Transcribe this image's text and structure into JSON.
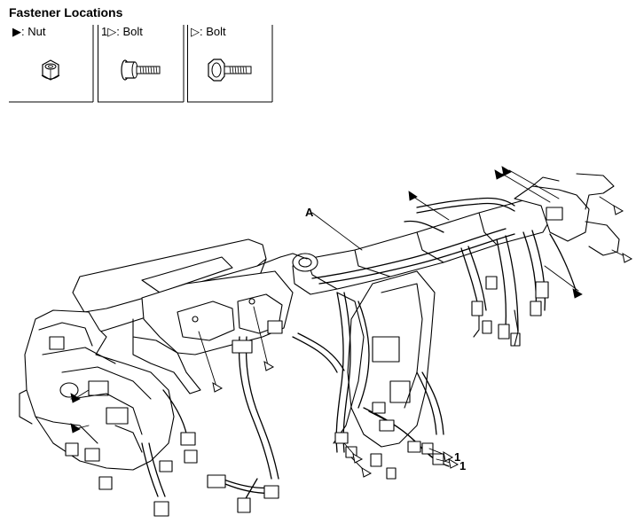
{
  "legend": {
    "title": "Fastener Locations",
    "items": [
      {
        "symbol": "▶",
        "text": ": Nut",
        "icon": "nut-icon"
      },
      {
        "symbol": "1▷",
        "text": ": Bolt",
        "icon": "flange-bolt-icon"
      },
      {
        "symbol": "▷",
        "text": ": Bolt",
        "icon": "bolt-icon"
      }
    ]
  },
  "diagram": {
    "callout_a": "A",
    "callout_one_a": "1",
    "callout_one_b": "1"
  }
}
